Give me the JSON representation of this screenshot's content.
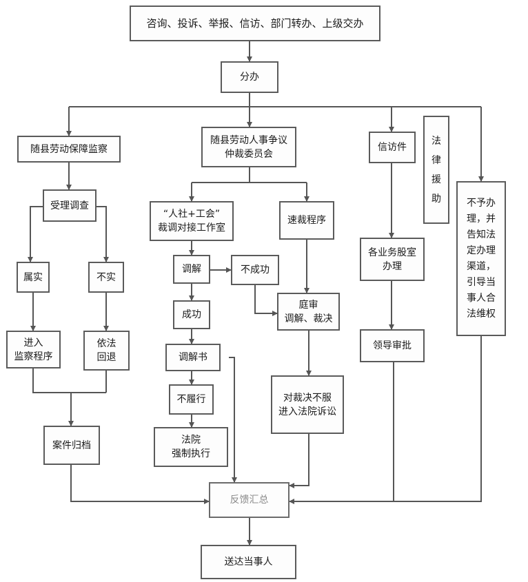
{
  "nodes": {
    "intake": "咨询、投诉、举报、信访、部门转办、上级交办",
    "dispatch": "分办",
    "inspection": "随县劳动保障监察",
    "arbitration": "随县劳动人事争议\n仲裁委员会",
    "petition": "信访件",
    "legal_aid": "法\n律\n援\n助",
    "not_accepted": "不予办\n理，并\n告知法\n定办理\n渠道，\n引导当\n事人合\n法维权",
    "accept_investigate": "受理调查",
    "true": "属实",
    "untrue": "不实",
    "enter_supervision": "进入\n监察程序",
    "return_by_law": "依法\n回退",
    "case_archive": "案件归档",
    "mediation_office": "“人社+工会”\n裁调对接工作室",
    "fast_arbitration": "速裁程序",
    "mediate": "调解",
    "failed": "不成功",
    "success": "成功",
    "hearing": "庭审\n调解、裁决",
    "mediation_doc": "调解书",
    "non_performance": "不履行",
    "court_enforcement": "法院\n强制执行",
    "appeal_court": "对裁决不服\n进入法院诉讼",
    "department_handling": "各业务股室\n办理",
    "leader_approval": "领导审批",
    "feedback_summary": "反馈汇总",
    "deliver_party": "送达当事人"
  },
  "colors": {
    "line": "#555555",
    "border": "#5a5a5a",
    "faded_text": "#8a8a8a"
  }
}
